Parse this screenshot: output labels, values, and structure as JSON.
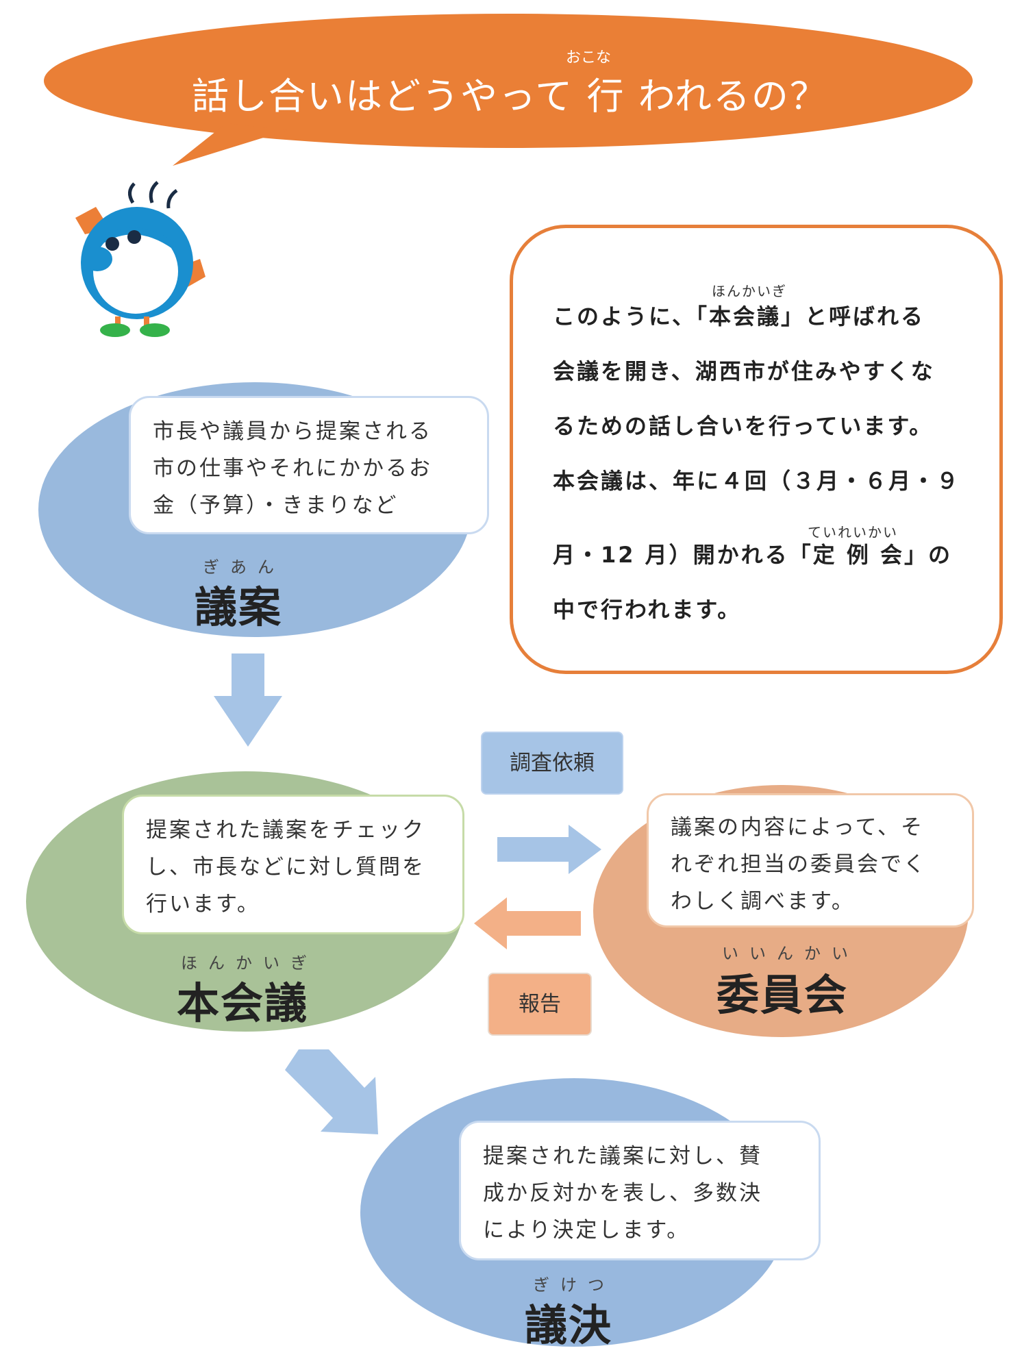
{
  "title": {
    "text": "話し合いはどうやって 行 われるの？",
    "ruby": "おこな"
  },
  "mascot": {
    "name": "mascot-character"
  },
  "info": {
    "ruby_1": "ほんかいぎ",
    "line_1": "このように、「本会議」と呼ばれる",
    "line_2": "会議を開き、湖西市が住みやすくな",
    "line_3": "るための話し合いを行っています。",
    "line_4": "本会議は、年に４回（３月・６月・９",
    "ruby_2": "ていれいかい",
    "line_5": "月・12 月）開かれる「定 例 会」の",
    "line_6": "中で行われます。"
  },
  "nodes": {
    "gian": {
      "lines": [
        "市長や議員から提案される",
        "市の仕事やそれにかかるお",
        "金（予算）・きまりなど"
      ],
      "ruby": "ぎあん",
      "label": "議案"
    },
    "honkaigi": {
      "lines": [
        "提案された議案をチェック",
        "し、市長などに対し質問を",
        "行います。"
      ],
      "ruby": "ほんかいぎ",
      "label": "本会議"
    },
    "iinkai": {
      "lines": [
        "議案の内容によって、そ",
        "れぞれ担当の委員会でく",
        "わしく調べます。"
      ],
      "ruby": "いいんかい",
      "label": "委員会"
    },
    "giketsu": {
      "lines": [
        "提案された議案に対し、賛",
        "成か反対かを表し、多数決",
        "により決定します。"
      ],
      "ruby": "ぎけつ",
      "label": "議決"
    }
  },
  "tags": {
    "request": "調査依頼",
    "report": "報告"
  },
  "colors": {
    "title_bubble": "#ea7f36",
    "info_border": "#e67f3a",
    "gian_ellipse": "#99b9dd",
    "honkaigi_ellipse": "#a9c298",
    "iinkai_ellipse": "#e7ac86",
    "giketsu_ellipse": "#98b8de",
    "arrow_blue": "#a6c4e6",
    "arrow_peach": "#f3b087"
  }
}
